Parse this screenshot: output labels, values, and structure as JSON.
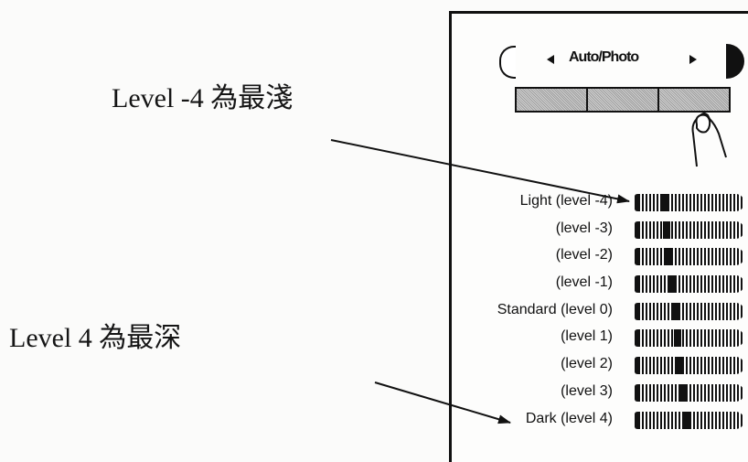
{
  "annotations": {
    "lightest": "Level -4 為最淺",
    "darkest": "Level 4 為最深"
  },
  "mode_selector": {
    "label": "Auto/Photo",
    "left_icon": "half-circle-outline-icon",
    "right_icon": "half-circle-filled-icon",
    "prev_icon": "triangle-left-icon",
    "next_icon": "triangle-right-icon"
  },
  "segment_buttons": [
    "",
    "",
    ""
  ],
  "pointer_icon": "finger-pointer-icon",
  "levels": [
    {
      "label": "Light (level -4)",
      "value": -4
    },
    {
      "label": "(level -3)",
      "value": -3
    },
    {
      "label": "(level -2)",
      "value": -2
    },
    {
      "label": "(level -1)",
      "value": -1
    },
    {
      "label": "Standard (level 0)",
      "value": 0
    },
    {
      "label": "(level 1)",
      "value": 1
    },
    {
      "label": "(level 2)",
      "value": 2
    },
    {
      "label": "(level 3)",
      "value": 3
    },
    {
      "label": "Dark (level 4)",
      "value": 4
    }
  ],
  "colors": {
    "ink": "#111111",
    "paper": "#fbfbfa"
  }
}
